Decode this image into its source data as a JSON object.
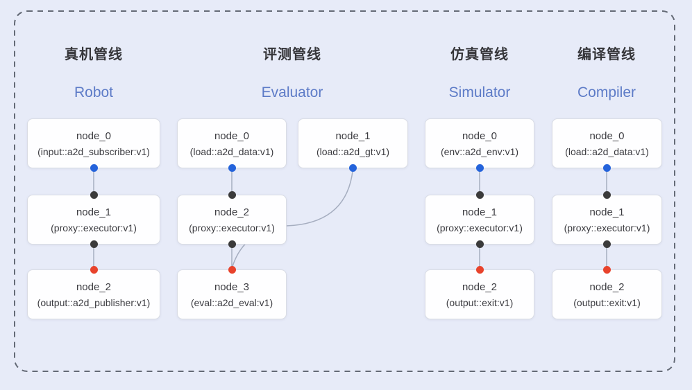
{
  "diagram": {
    "pipelines": [
      {
        "title_zh": "真机管线",
        "title_en": "Robot",
        "nodes": [
          {
            "name": "node_0",
            "type": "(input::a2d_subscriber:v1)"
          },
          {
            "name": "node_1",
            "type": "(proxy::executor:v1)"
          },
          {
            "name": "node_2",
            "type": "(output::a2d_publisher:v1)"
          }
        ]
      },
      {
        "title_zh": "评测管线",
        "title_en": "Evaluator",
        "nodes": [
          {
            "name": "node_0",
            "type": "(load::a2d_data:v1)"
          },
          {
            "name": "node_1",
            "type": "(load::a2d_gt:v1)"
          },
          {
            "name": "node_2",
            "type": "(proxy::executor:v1)"
          },
          {
            "name": "node_3",
            "type": "(eval::a2d_eval:v1)"
          }
        ]
      },
      {
        "title_zh": "仿真管线",
        "title_en": "Simulator",
        "nodes": [
          {
            "name": "node_0",
            "type": "(env::a2d_env:v1)"
          },
          {
            "name": "node_1",
            "type": "(proxy::executor:v1)"
          },
          {
            "name": "node_2",
            "type": "(output::exit:v1)"
          }
        ]
      },
      {
        "title_zh": "编译管线",
        "title_en": "Compiler",
        "nodes": [
          {
            "name": "node_0",
            "type": "(load::a2d_data:v1)"
          },
          {
            "name": "node_1",
            "type": "(proxy::executor:v1)"
          },
          {
            "name": "node_2",
            "type": "(output::exit:v1)"
          }
        ]
      }
    ],
    "colors": {
      "background": "#e7ebf8",
      "frame_border": "#646a76",
      "node_fill": "#fefeff",
      "node_border": "#d9dce4",
      "edge": "#a6aec0",
      "port_output": "#2463db",
      "port_input": "#3b3b3b",
      "port_final": "#e8432c",
      "title_en": "#5d7bc7",
      "title_zh": "#36363a"
    }
  }
}
